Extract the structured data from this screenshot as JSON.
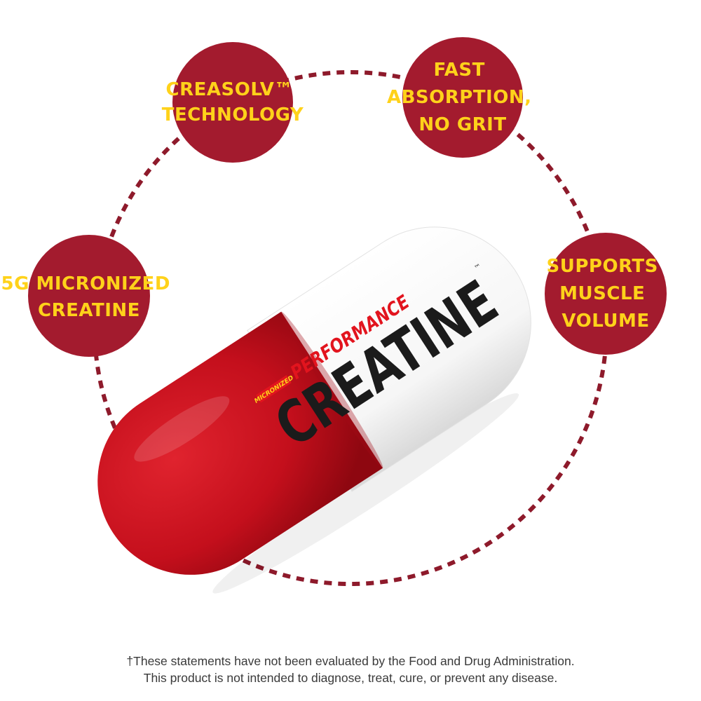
{
  "colors": {
    "bubble": "#a31b2e",
    "bubble_text": "#ffd21a",
    "dash_ring": "#8e1a2b",
    "capsule_red": "#c40f1c",
    "capsule_white": "#ffffff",
    "brand_red": "#e2141e",
    "wordmark_black": "#1b1b1b"
  },
  "features": [
    {
      "id": "creasolv",
      "lines": [
        "CREASOLV™",
        "TECHNOLOGY"
      ]
    },
    {
      "id": "absorption",
      "lines": [
        "FAST",
        "ABSORPTION,",
        "NO GRIT"
      ]
    },
    {
      "id": "micronized",
      "lines": [
        "5G MICRONIZED",
        "CREATINE"
      ]
    },
    {
      "id": "muscle",
      "lines": [
        "SUPPORTS",
        "MUSCLE",
        "VOLUME"
      ]
    }
  ],
  "capsule": {
    "badge": "MICRONIZED",
    "brand": "PERFORMANCE",
    "product": "CREATINE",
    "trademark": "™"
  },
  "disclaimer": {
    "line1": "†These statements have not been evaluated by the Food and Drug Administration.",
    "line2": "This product is not intended to diagnose, treat, cure, or prevent any disease."
  }
}
